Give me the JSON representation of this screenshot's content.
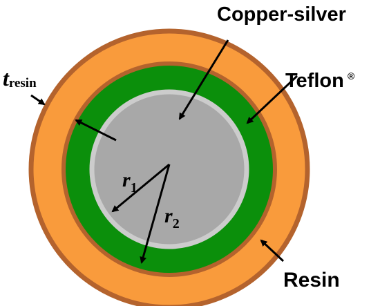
{
  "labels": {
    "copper_silver": "Copper-silver",
    "teflon": "Teflon",
    "teflon_mark": "®",
    "resin": "Resin",
    "t_resin_symbol": "t",
    "t_resin_sub": "resin",
    "r1_symbol": "r",
    "r1_sub": "1",
    "r2_symbol": "r",
    "r2_sub": "2"
  },
  "colors": {
    "resin_fill": "#F99B3C",
    "resin_edge": "#B4632D",
    "teflon_fill": "#0B8F0B",
    "teflon_edge": "#B4632D",
    "copper_silver_fill": "#A8A8A8",
    "copper_silver_edge": "#CCCCCC",
    "arrow": "#000000"
  }
}
